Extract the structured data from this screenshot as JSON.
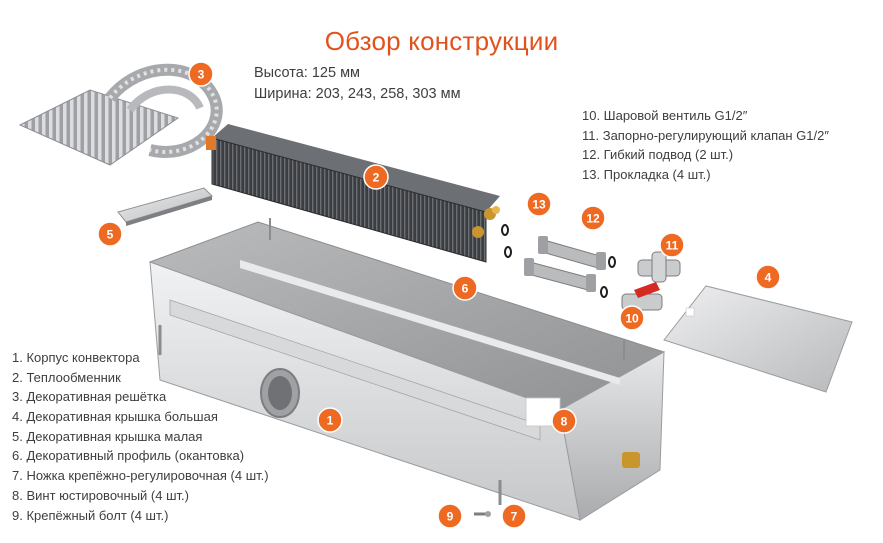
{
  "title": "Обзор конструкции",
  "dimensions": {
    "height": "Высота: 125 мм",
    "width": "Ширина: 203, 243, 258, 303 мм"
  },
  "legend_left": [
    "1. Корпус конвектора",
    "2. Теплообменник",
    "3. Декоративная решётка",
    "4. Декоративная крышка большая",
    "5. Декоративная крышка малая",
    "6. Декоративный профиль (окантовка)",
    "7. Ножка крепёжно-регулировочная (4 шт.)",
    "8. Винт юстировочный (4 шт.)",
    "9. Крепёжный болт (4 шт.)"
  ],
  "legend_right": [
    "10. Шаровой вентиль G1/2″",
    "11. Запорно-регулирующий клапан G1/2″",
    "12. Гибкий подвод (2 шт.)",
    "13. Прокладка (4 шт.)"
  ],
  "callouts": [
    "1",
    "2",
    "3",
    "4",
    "5",
    "6",
    "7",
    "8",
    "9",
    "10",
    "11",
    "12",
    "13"
  ],
  "colors": {
    "accent": "#e2531c",
    "badge": "#ee6a22",
    "text": "#3e3e3e",
    "steel": "#c9cbcd",
    "heat_exchanger": "#3b3d40",
    "brass": "#c9962e",
    "valve_handle": "#d62b22"
  }
}
